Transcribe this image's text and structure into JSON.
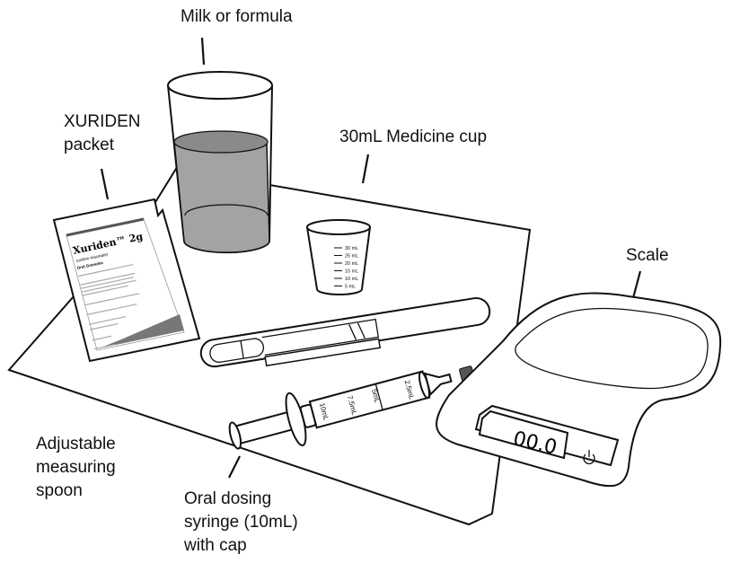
{
  "labels": {
    "milk": "Milk or formula",
    "packet": [
      "XURIDEN",
      "packet"
    ],
    "cup": "30mL Medicine cup",
    "scale": "Scale",
    "spoon": [
      "Adjustable",
      "measuring",
      "spoon"
    ],
    "syringe": [
      "Oral dosing",
      "syringe (10mL)",
      "with cap"
    ]
  },
  "packet": {
    "brand": "Xuriden™ 2g",
    "generic": "(uridine triacetate)",
    "form": "Oral Granules"
  },
  "cup_markings": [
    "30 mL",
    "25 mL",
    "20 mL",
    "15 mL",
    "10 mL",
    "5 mL"
  ],
  "syringe_markings": [
    "10mL",
    "7.5mL",
    "5mL",
    "2.5mL"
  ],
  "scale_display": "00.0",
  "colors": {
    "milk": "#9a9a9a",
    "ink": "#111111",
    "cap": "#555555"
  }
}
